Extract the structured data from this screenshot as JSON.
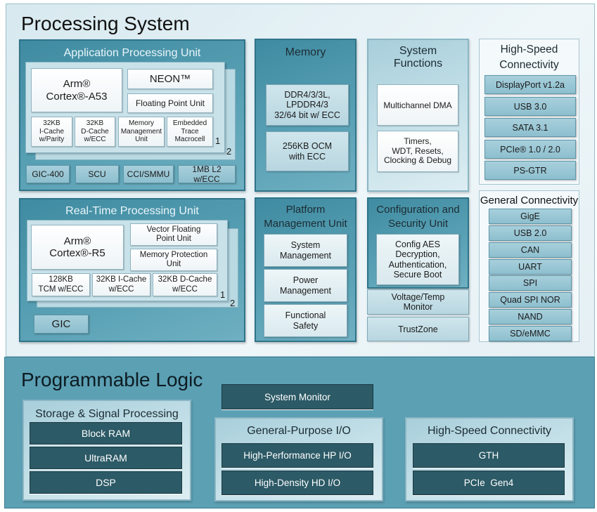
{
  "processing_system": {
    "title": "Processing System",
    "apu": {
      "title": "Application Processing Unit",
      "core": "Arm®\nCortex®-A53",
      "neon": "NEON™",
      "fpu": "Floating Point Unit",
      "blocks": [
        "32KB\nI-Cache\nw/Parity",
        "32KB\nD-Cache\nw/ECC",
        "Memory\nManagement\nUnit",
        "Embedded\nTrace\nMacrocell"
      ],
      "stack_labels": [
        "1",
        "2"
      ],
      "bottom": [
        "GIC-400",
        "SCU",
        "CCI/SMMU",
        "1MB L2 w/ECC"
      ]
    },
    "rpu": {
      "title": "Real-Time Processing Unit",
      "core": "Arm®\nCortex®-R5",
      "vfpu": "Vector Floating\nPoint Unit",
      "mpu": "Memory Protection\nUnit",
      "blocks": [
        "128KB\nTCM w/ECC",
        "32KB I-Cache\nw/ECC",
        "32KB D-Cache\nw/ECC"
      ],
      "stack_labels": [
        "1",
        "2"
      ],
      "gic": "GIC"
    },
    "memory": {
      "title": "Memory",
      "items": [
        "DDR4/3/3L,\nLPDDR4/3\n32/64 bit w/ ECC",
        "256KB OCM\nwith ECC"
      ]
    },
    "system_functions": {
      "title": "System\nFunctions",
      "items": [
        "Multichannel DMA",
        "Timers,\nWDT, Resets,\nClocking & Debug"
      ]
    },
    "pmu": {
      "title": "Platform\nManagement Unit",
      "items": [
        "System\nManagement",
        "Power\nManagement",
        "Functional\nSafety"
      ]
    },
    "csu": {
      "title": "Configuration and\nSecurity Unit",
      "items": [
        "Config AES\nDecryption,\nAuthentication,\nSecure Boot",
        "Voltage/Temp\nMonitor",
        "TrustZone"
      ]
    },
    "hs_connectivity": {
      "title": "High-Speed\nConnectivity",
      "items": [
        "DisplayPort v1.2a",
        "USB 3.0",
        "SATA 3.1",
        "PCIe® 1.0 / 2.0",
        "PS-GTR"
      ]
    },
    "gen_connectivity": {
      "title": "General Connectivity",
      "items": [
        "GigE",
        "USB 2.0",
        "CAN",
        "UART",
        "SPI",
        "Quad SPI NOR",
        "NAND",
        "SD/eMMC"
      ]
    }
  },
  "programmable_logic": {
    "title": "Programmable Logic",
    "system_monitor": "System Monitor",
    "storage": {
      "title": "Storage & Signal Processing",
      "items": [
        "Block RAM",
        "UltraRAM",
        "DSP"
      ]
    },
    "gpio": {
      "title": "General-Purpose I/O",
      "items": [
        "High-Performance HP I/O",
        "High-Density HD I/O"
      ]
    },
    "hs_connectivity": {
      "title": "High-Speed Connectivity",
      "items": [
        "GTH",
        "PCIe  Gen4"
      ]
    }
  },
  "colors": {
    "unit_teal": "#4a95aa",
    "pl_background": "#5ca0b4",
    "dark_block": "#2c5a66",
    "ps_background": "#e3f0f4"
  }
}
